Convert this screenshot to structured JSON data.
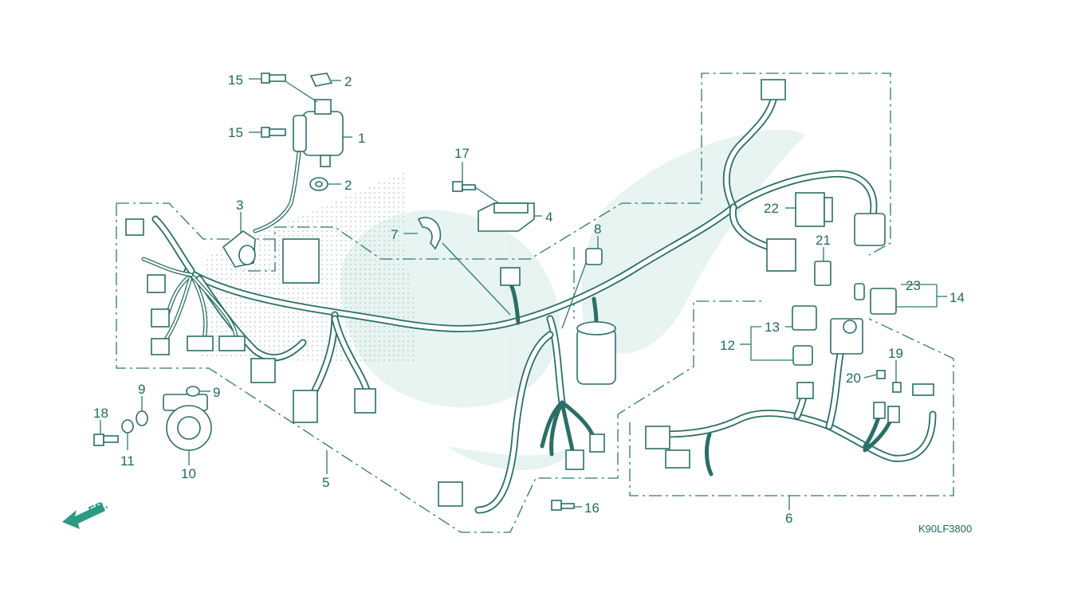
{
  "diagram": {
    "code": "K90LF3800",
    "direction_label": "FR.",
    "callouts": [
      {
        "id": "1",
        "text": "1"
      },
      {
        "id": "2a",
        "text": "2"
      },
      {
        "id": "2b",
        "text": "2"
      },
      {
        "id": "3",
        "text": "3"
      },
      {
        "id": "4",
        "text": "4"
      },
      {
        "id": "5",
        "text": "5"
      },
      {
        "id": "6",
        "text": "6"
      },
      {
        "id": "7",
        "text": "7"
      },
      {
        "id": "8",
        "text": "8"
      },
      {
        "id": "9a",
        "text": "9"
      },
      {
        "id": "9b",
        "text": "9"
      },
      {
        "id": "10",
        "text": "10"
      },
      {
        "id": "11",
        "text": "11"
      },
      {
        "id": "12",
        "text": "12"
      },
      {
        "id": "13",
        "text": "13"
      },
      {
        "id": "14",
        "text": "14"
      },
      {
        "id": "15a",
        "text": "15"
      },
      {
        "id": "15b",
        "text": "15"
      },
      {
        "id": "16",
        "text": "16"
      },
      {
        "id": "17",
        "text": "17"
      },
      {
        "id": "18",
        "text": "18"
      },
      {
        "id": "19",
        "text": "19"
      },
      {
        "id": "20",
        "text": "20"
      },
      {
        "id": "21",
        "text": "21"
      },
      {
        "id": "22",
        "text": "22"
      },
      {
        "id": "23",
        "text": "23"
      }
    ]
  },
  "colors": {
    "line": "#2c7a70",
    "watermark": "#d4ebe6",
    "arrow": "#2a9a83"
  },
  "icons": [
    "front-direction-arrow-icon"
  ]
}
